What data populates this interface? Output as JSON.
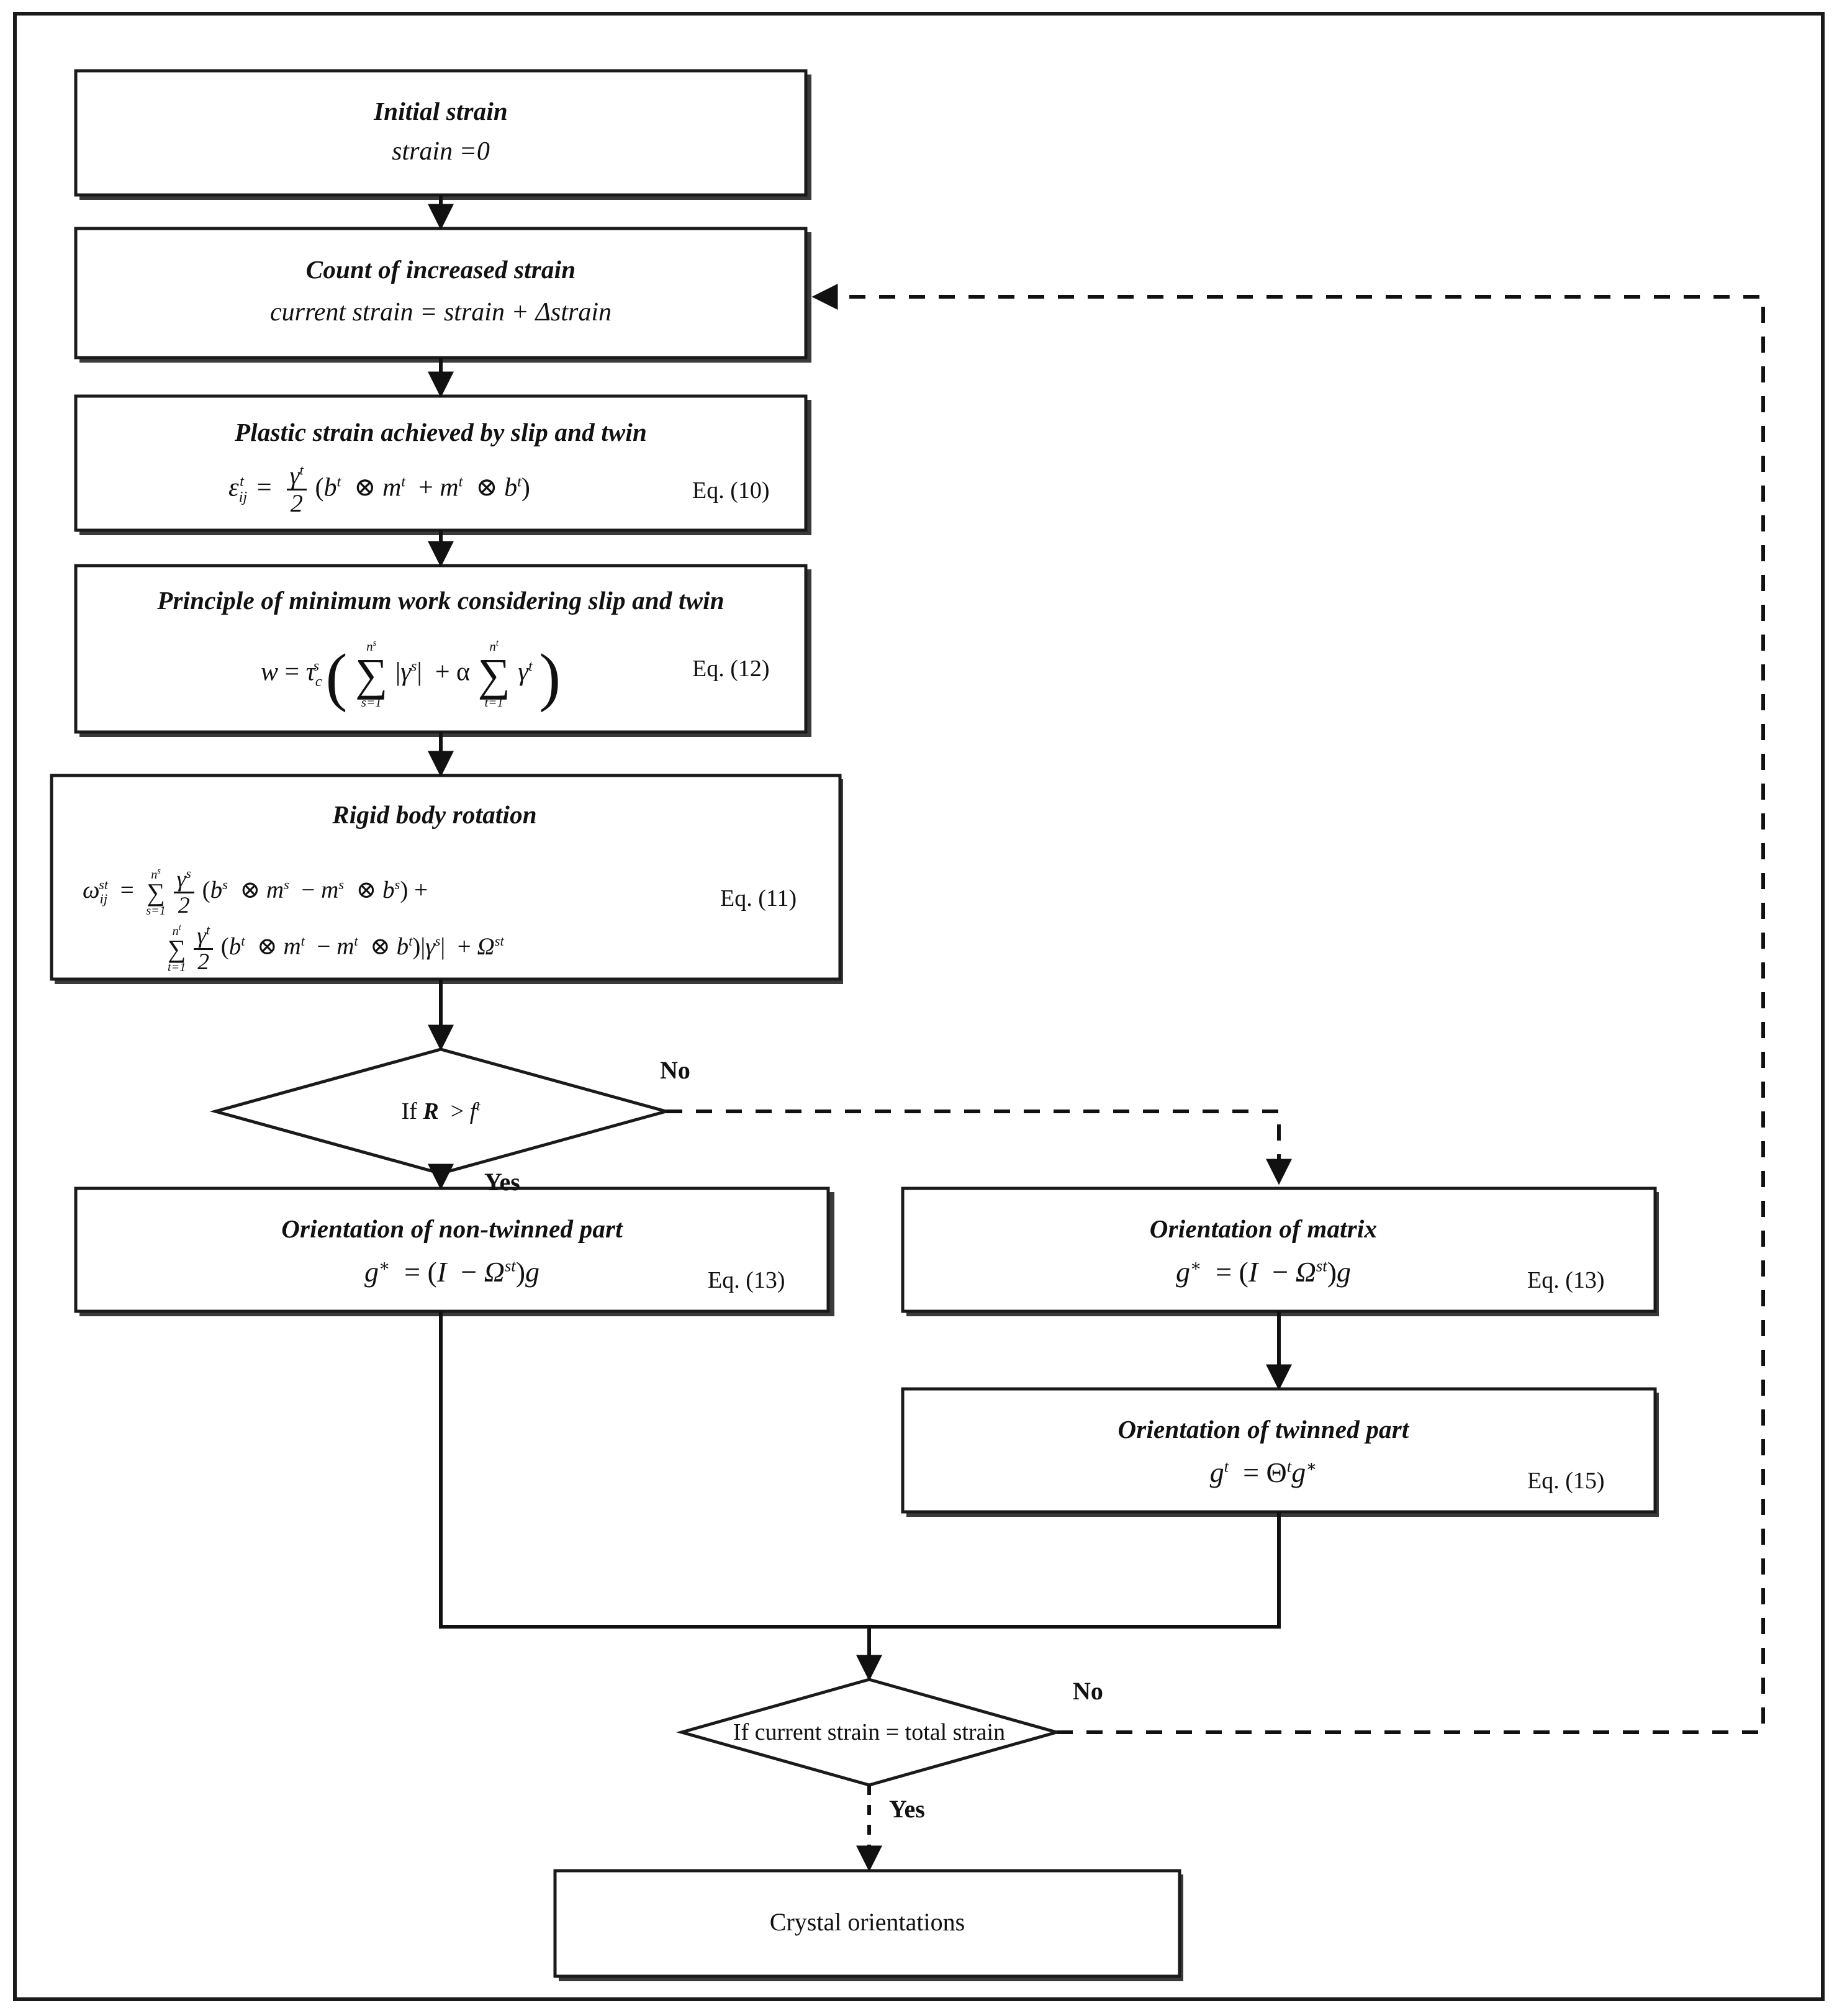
{
  "diagram": {
    "type": "flowchart",
    "title": "Crystal plasticity slip-and-twin simulation flowchart",
    "nodes": [
      {
        "id": "initial-strain",
        "shape": "process",
        "title": "Initial strain",
        "formula": "strain =0",
        "eq": ""
      },
      {
        "id": "count-increased-strain",
        "shape": "process",
        "title": "Count of increased strain",
        "formula": "current strain = strain + Δstrain",
        "eq": ""
      },
      {
        "id": "plastic-strain",
        "shape": "process",
        "title": "Plastic strain achieved by slip and twin",
        "formula": "εᵢⱼᵗ = (γᵗ/2)(bᵗ ⊗ mᵗ + mᵗ ⊗ bᵗ)",
        "eq": "Eq. (10)"
      },
      {
        "id": "minimum-work",
        "shape": "process",
        "title": "Principle of minimum work considering slip and twin",
        "formula": "w = τᶜˢ ( Σˢ₌₁ⁿˢ |γˢ| + α Σₜ₌₁ⁿᵗ γᵗ )",
        "eq": "Eq. (12)"
      },
      {
        "id": "rigid-body-rotation",
        "shape": "process",
        "title": "Rigid body rotation",
        "formula_line1": "ωᵢⱼˢᵗ = Σˢ₌₁ⁿˢ (γˢ/2)(bˢ ⊗ mˢ − mˢ ⊗ bˢ) +",
        "formula_line2": "Σₜ₌₁ⁿᵗ (γᵗ/2)(bᵗ ⊗ mᵗ − mᵗ ⊗ bᵗ)|γˢ| + Ωˢᵗ",
        "eq": "Eq. (11)"
      },
      {
        "id": "decision-twin-fraction",
        "shape": "decision",
        "condition": "If R > fᵗ",
        "yes_label": "Yes",
        "no_label": "No"
      },
      {
        "id": "orientation-non-twinned",
        "shape": "process",
        "title": "Orientation of non-twinned part",
        "formula": "g* = (I − Ωˢᵗ)g",
        "eq": "Eq. (13)"
      },
      {
        "id": "orientation-matrix",
        "shape": "process",
        "title": "Orientation of matrix",
        "formula": "g* = (I − Ωˢᵗ)g",
        "eq": "Eq. (13)"
      },
      {
        "id": "orientation-twinned",
        "shape": "process",
        "title": "Orientation of twinned part",
        "formula": "gᵗ = Θᵗg*",
        "eq": "Eq. (15)"
      },
      {
        "id": "decision-strain-complete",
        "shape": "decision",
        "condition": "If current strain = total strain",
        "yes_label": "Yes",
        "no_label": "No"
      },
      {
        "id": "crystal-orientations",
        "shape": "terminal",
        "title": "Crystal  orientations",
        "formula": "",
        "eq": ""
      }
    ],
    "labels": {
      "initial_strain_title": "Initial strain",
      "initial_strain_value": "strain =0",
      "count_title": "Count of increased strain",
      "count_formula_a": "current strain = strain + Δstrain",
      "plastic_title": "Plastic strain achieved by slip and twin",
      "plastic_eq": "Eq. (10)",
      "work_title": "Principle of minimum work considering slip and twin",
      "work_eq": "Eq. (12)",
      "rigid_title": "Rigid body rotation",
      "rigid_eq": "Eq. (11)",
      "decision1_text_if": "If",
      "decision1_text_r": "R",
      "decision1_text_gt": ">",
      "decision1_text_f": "f",
      "decision1_text_t": "t",
      "yes1": "Yes",
      "no1": "No",
      "nontwinned_title": "Orientation of non-twinned part",
      "nontwinned_eq": "Eq. (13)",
      "matrix_title": "Orientation of matrix",
      "matrix_eq": "Eq. (13)",
      "twinned_title": "Orientation of twinned part",
      "twinned_eq": "Eq. (15)",
      "decision2_text": "If current strain = total strain",
      "yes2": "Yes",
      "no2": "No",
      "crystal_title": "Crystal  orientations"
    },
    "colors": {
      "stroke": "#1a1a1a",
      "connector": "#111111",
      "background": "#ffffff",
      "box_fill": "#ffffff"
    }
  }
}
